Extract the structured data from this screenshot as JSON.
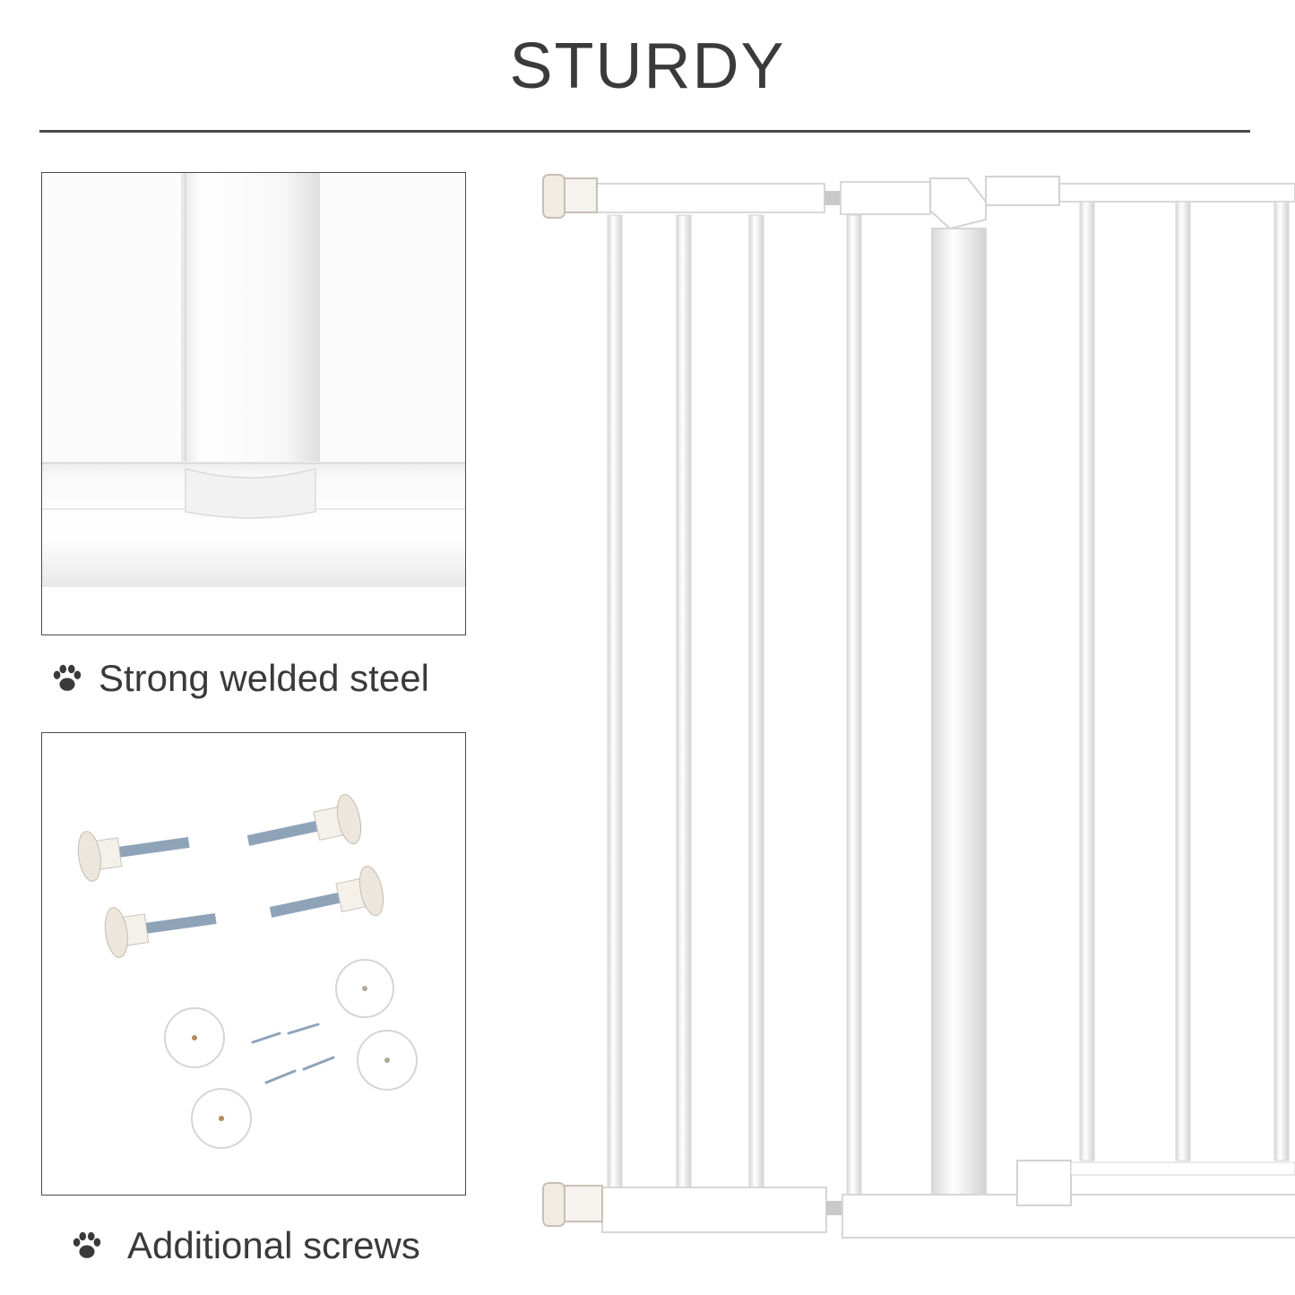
{
  "header": {
    "title": "STURDY"
  },
  "features": [
    {
      "label": "Strong welded steel",
      "icon": "paw-icon"
    },
    {
      "label": "Additional screws",
      "icon": "paw-icon"
    }
  ],
  "colors": {
    "text": "#3a3a3a",
    "divider": "#4a4a4a",
    "gate": "#ffffff",
    "gate_shadow": "#dcdcdc",
    "pad": "#ece6dc",
    "screw_thread": "#8fa3b8"
  }
}
